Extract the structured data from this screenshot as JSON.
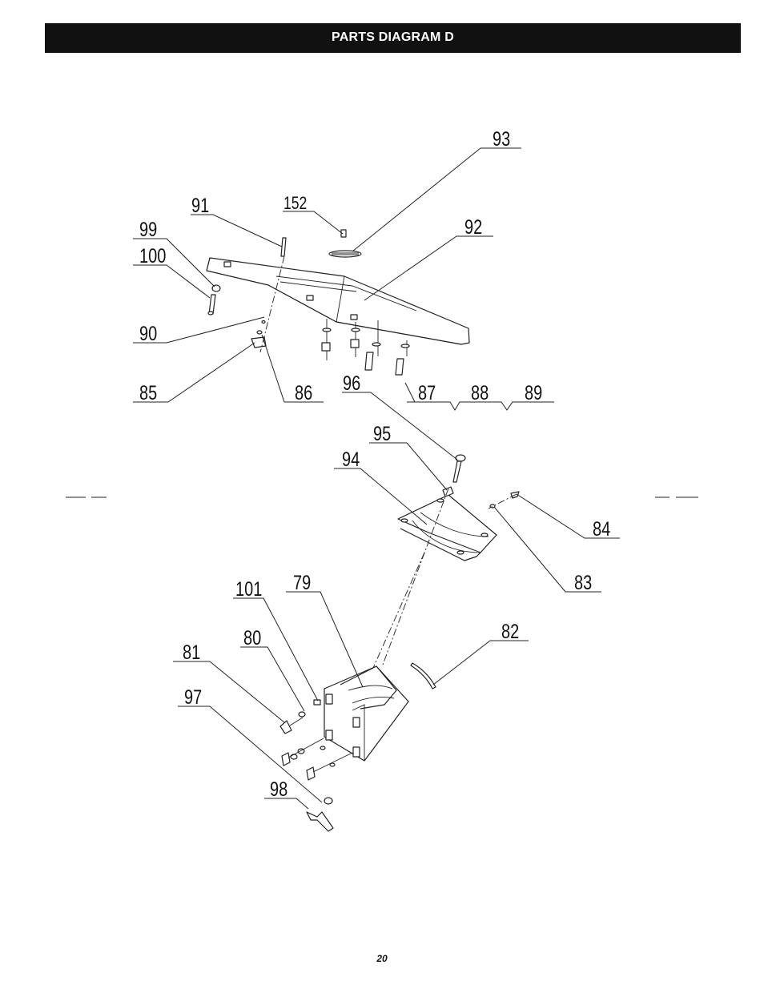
{
  "header": {
    "title": "PARTS DIAGRAM D"
  },
  "page_number": "20",
  "callouts": {
    "c93": "93",
    "c91": "91",
    "c152": "152",
    "c92": "92",
    "c99": "99",
    "c100": "100",
    "c90": "90",
    "c85": "85",
    "c86": "86",
    "c96": "96",
    "c87": "87",
    "c88": "88",
    "c89": "89",
    "c95": "95",
    "c94": "94",
    "c84": "84",
    "c83": "83",
    "c101": "101",
    "c79": "79",
    "c82": "82",
    "c80": "80",
    "c81": "81",
    "c97": "97",
    "c98": "98"
  }
}
